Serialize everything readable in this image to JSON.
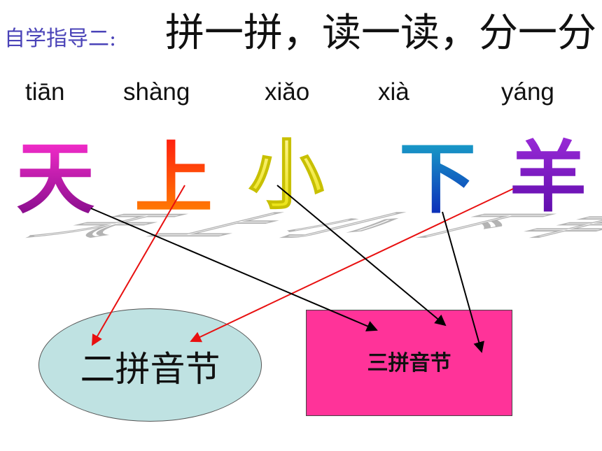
{
  "title": {
    "prefix": "自学指导二:",
    "main": "拼一拼，读一读，分一分"
  },
  "pinyin": [
    "tiān",
    "shàng",
    "xiǎo",
    "xià",
    "yáng"
  ],
  "characters": [
    "天",
    "上",
    "小",
    "下",
    "羊"
  ],
  "groups": {
    "two_syllable": "二拼音节",
    "three_syllable": "三拼音节"
  },
  "colors": {
    "title_prefix": "#4a43b8",
    "ellipse_fill": "#bfe2e2",
    "rect_fill": "#ff3399",
    "arrow_red": "#e81010",
    "arrow_black": "#000000"
  }
}
